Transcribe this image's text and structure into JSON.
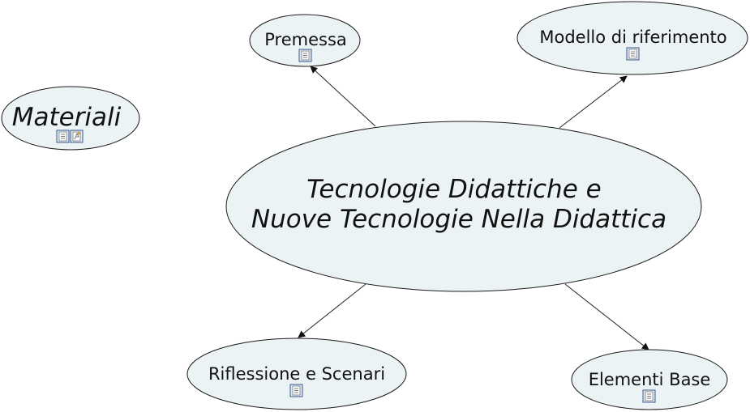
{
  "diagram": {
    "central": {
      "lines": [
        "Tecnologie Didattiche e",
        "Nuove Tecnologie Nella Didattica"
      ]
    },
    "concepts": {
      "premessa": "Premessa",
      "modello": "Modello di riferimento",
      "materiali": "Materiali",
      "riflessione": "Riflessione e Scenari",
      "elementi": "Elementi Base"
    },
    "icons": {
      "document": "document-icon",
      "link": "link-icon"
    },
    "colors": {
      "node_fill": "#ecf3f4",
      "node_stroke": "#1a1a1a"
    }
  }
}
